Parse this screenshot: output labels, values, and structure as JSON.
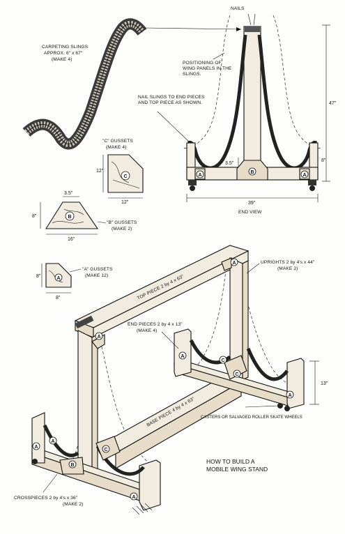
{
  "labels": {
    "nails": "NAILS",
    "carpet_line1": "CARPETING SLINGS",
    "carpet_line2": "APPROX. 6\" x 67\"",
    "carpet_line3": "(MAKE 4)",
    "positioning_line1": "POSITIONING OF",
    "positioning_line2": "WING PANELS IN THE",
    "positioning_line3": "SLINGS.",
    "nail_slings_line1": "NAIL SLINGS TO END PIECES",
    "nail_slings_line2": "AND TOP PIECE AS SHOWN.",
    "c_gussets_line1": "\"C\" GUSSETS",
    "c_gussets_line2": "(MAKE 4)",
    "b_gussets_line1": "\"B\" GUSSETS",
    "b_gussets_line2": "(MAKE 2)",
    "a_gussets_line1": "\"A\" GUSSETS",
    "a_gussets_line2": "(MAKE 12)",
    "end_view": "END VIEW",
    "top_piece": "TOP PIECE 2 by 4 x 63\"",
    "uprights_line1": "UPRIGHTS 2 by 4's x 44\"",
    "uprights_line2": "(MAKE 2)",
    "end_pieces_line1": "END PIECES 2 by 4 x 13\"",
    "end_pieces_line2": "(MAKE 4)",
    "base_piece": "BASE PIECE 4 by 4 x 63\"",
    "casters": "CASTERS OR SALVAGED ROLLER SKATE WHEELS",
    "crosspieces_line1": "CROSSPIECES 2 by 4's x 36\"",
    "crosspieces_line2": "(MAKE 2)",
    "title_line1": "HOW TO BUILD A",
    "title_line2": "MOBILE WING STAND"
  },
  "dimensions": {
    "height_47": "47\"",
    "width_39": "39\"",
    "dim_3_5_end": "3.5\"",
    "dim_8_end": "8\"",
    "c_12_side": "12\"",
    "c_12_bottom": "12\"",
    "b_3_5": "3.5\"",
    "b_8": "8\"",
    "b_16": "16\"",
    "a_8_side": "8\"",
    "a_8_bottom": "8\"",
    "dim_13": "13\""
  },
  "part_markers": {
    "a": "A",
    "b": "B",
    "c": "C"
  }
}
